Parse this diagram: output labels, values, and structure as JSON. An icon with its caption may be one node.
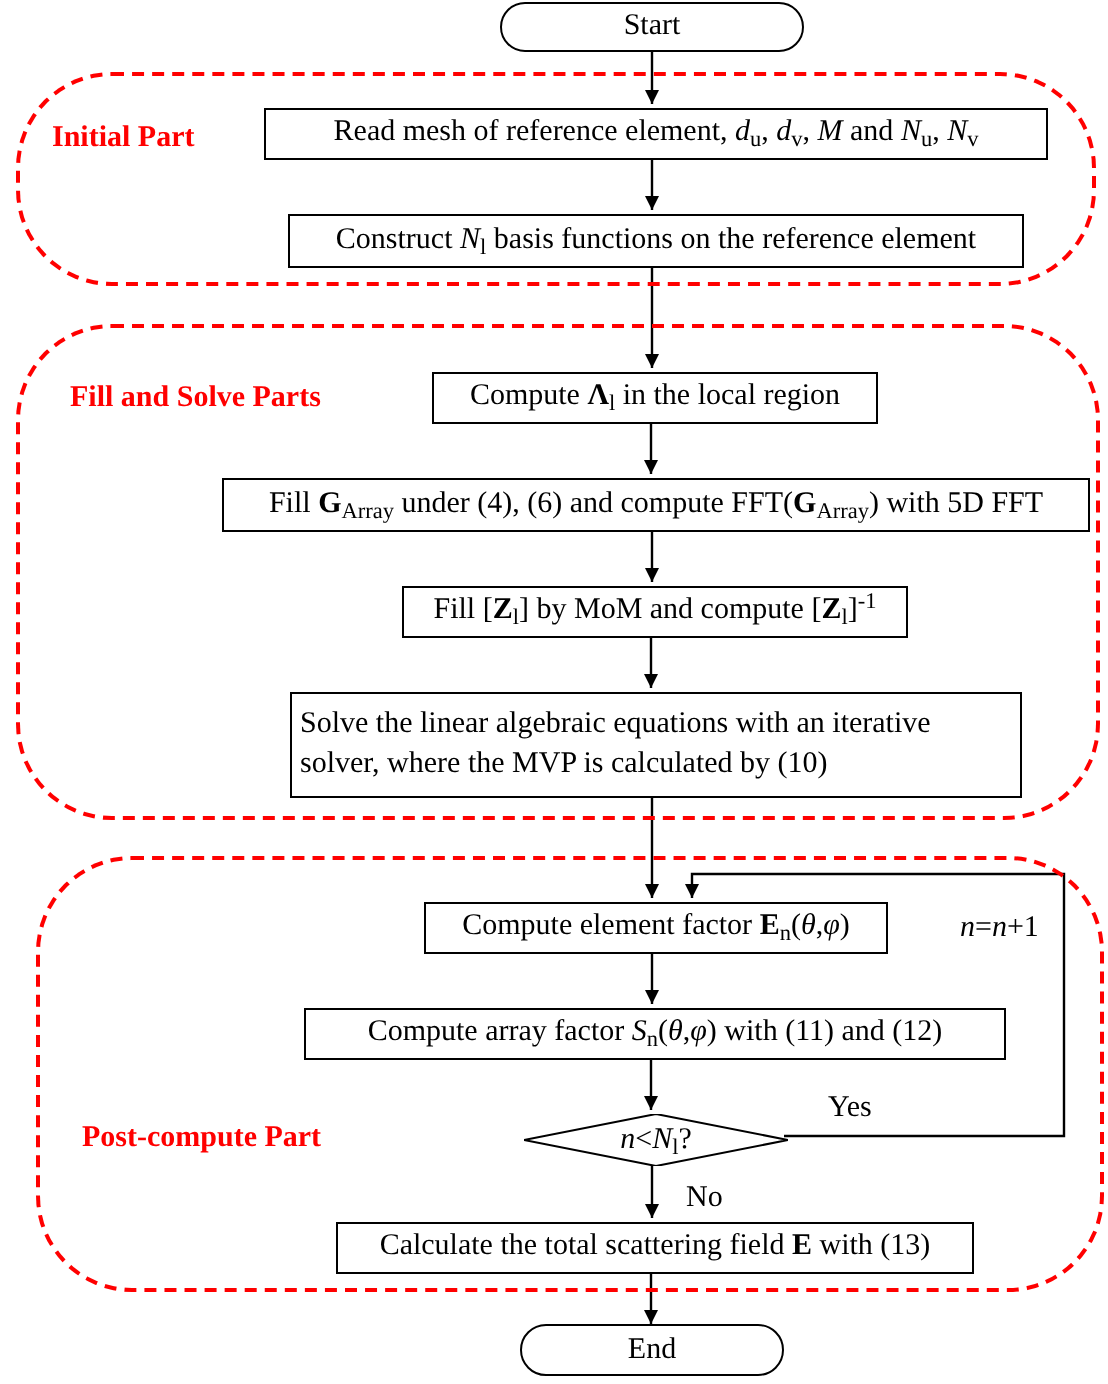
{
  "diagram": {
    "nodes": [
      {
        "text": [
          "Start"
        ]
      },
      {
        "text": [
          "Initial Part"
        ]
      },
      {
        "text": [
          "Read mesh of reference element, *d*$_{u}$, *d*$_{v}$, *M* and *N*$_{u}$, *N*$_{v}$"
        ],
        "in": 1
      },
      {
        "text": [
          "Construct *N*$_{l}$ basis functions on the reference element"
        ],
        "in": 1
      },
      {
        "text": [
          "Fill and Solve Parts"
        ]
      },
      {
        "text": [
          "Compute **Λ**$_{l}$ in the local region"
        ],
        "in": 4
      },
      {
        "text": [
          "Fill **G**$_{Array}$ under (4), (6) and compute FFT(**G**$_{Array}$) with 5D FFT"
        ],
        "in": 4
      },
      {
        "text": [
          "Fill [**Z**$_{l}$] by MoM and compute [**Z**$_{l}$]$^{-1}$"
        ],
        "in": 4
      },
      {
        "text": [
          "Solve the linear algebraic equations with an iterative solver, where the MVP is calculated by (10)"
        ],
        "in": 4
      },
      {
        "text": [
          "Post-compute Part"
        ]
      },
      {
        "text": [
          "Compute element factor **E**$_{n}$(*θ*,*φ*)"
        ],
        "in": 9
      },
      {
        "text": [
          "Compute array factor *S*$_{n}$(*θ*,*φ*) with (11) and (12)"
        ],
        "in": 9
      },
      {
        "text": [
          "*n*<*N*$_{l}$?"
        ],
        "in": 9
      },
      {
        "text": [
          "Calculate the total scattering field **E** with (13)"
        ],
        "in": 9
      },
      {
        "text": [
          "End"
        ]
      }
    ],
    "edges": [
      {
        "from": 0,
        "to": 2,
        "arrow": "to"
      },
      {
        "from": 2,
        "to": 3,
        "arrow": "to"
      },
      {
        "from": 3,
        "to": 5,
        "arrow": "to"
      },
      {
        "from": 5,
        "to": 6,
        "arrow": "to"
      },
      {
        "from": 6,
        "to": 7,
        "arrow": "to"
      },
      {
        "from": 7,
        "to": 8,
        "arrow": "to"
      },
      {
        "from": 8,
        "to": 10,
        "arrow": "to"
      },
      {
        "from": 10,
        "to": 11,
        "arrow": "to"
      },
      {
        "from": 11,
        "to": 12,
        "arrow": "to"
      },
      {
        "from": 12,
        "to": 10,
        "arrow": "to",
        "label": "Yes"
      },
      {
        "from": 12,
        "to": 13,
        "arrow": "to",
        "label": "No"
      },
      {
        "from": 13,
        "to": 14,
        "arrow": "to"
      }
    ],
    "labels": [
      "*n*=*n*+1"
    ]
  }
}
